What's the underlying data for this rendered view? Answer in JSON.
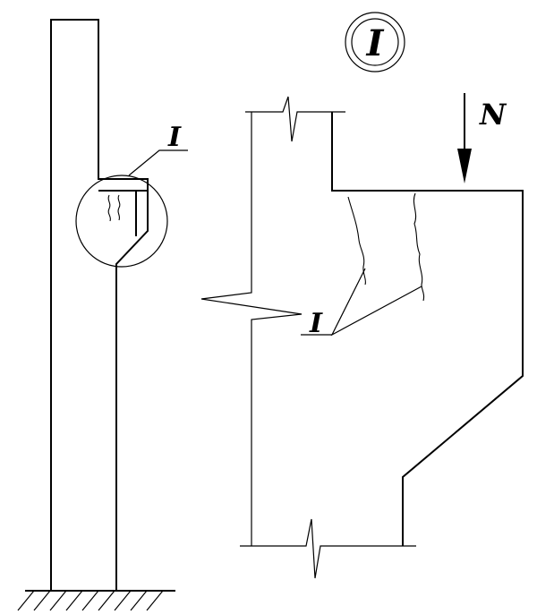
{
  "diagram": {
    "colors": {
      "stroke": "#000000",
      "background": "#ffffff"
    },
    "labels": {
      "detail_callout": "I",
      "detail_title": "I",
      "load": "N",
      "crack_callout": "I"
    }
  }
}
